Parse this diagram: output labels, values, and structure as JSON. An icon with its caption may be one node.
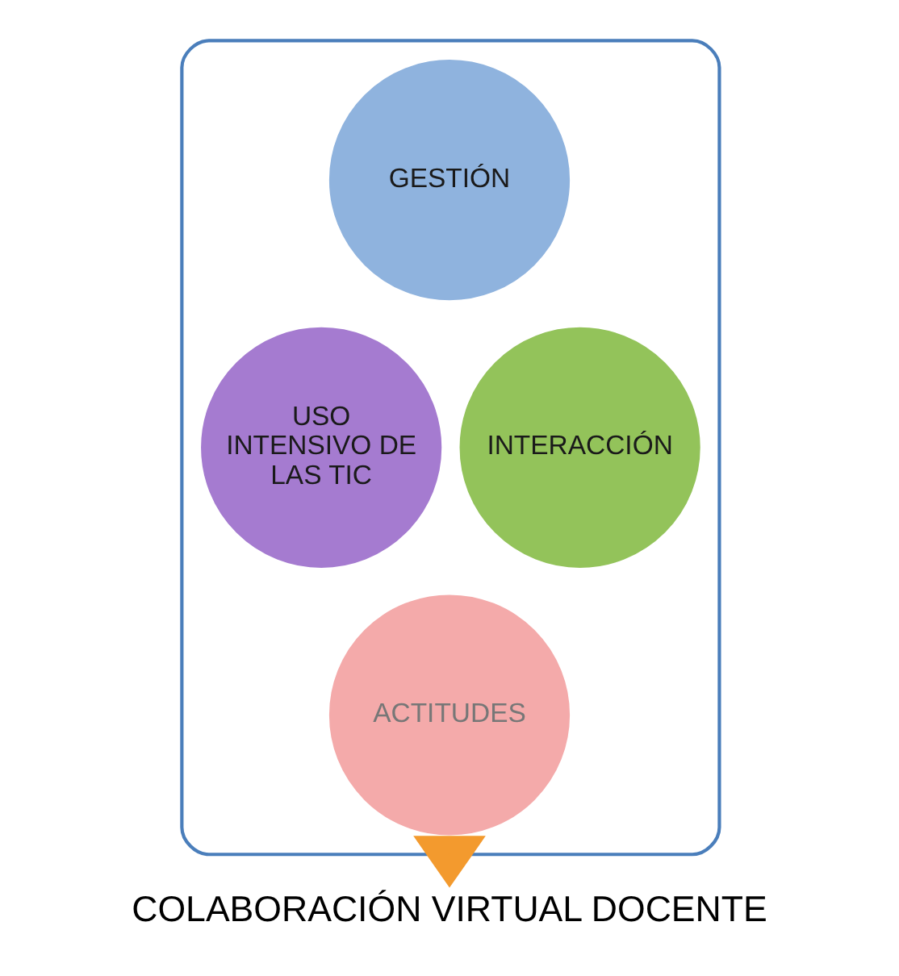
{
  "diagram": {
    "nodes": [
      {
        "text": [],
        "shape": "funnel"
      },
      {
        "text": [
          "GESTIÓN"
        ],
        "in": 0
      },
      {
        "text": [
          "USO INTENSIVO DE LAS TIC"
        ],
        "in": 0
      },
      {
        "text": [
          "INTERACCIÓN"
        ],
        "in": 0
      },
      {
        "text": [
          "ACTITUDES"
        ],
        "in": 0
      },
      {
        "text": [
          "COLABORACIÓN VIRTUAL DOCENTE"
        ]
      }
    ],
    "edges": [
      {
        "from": 0,
        "to": 5,
        "arrow": "to",
        "style": "thick",
        "color": "#f39a2e"
      }
    ]
  }
}
